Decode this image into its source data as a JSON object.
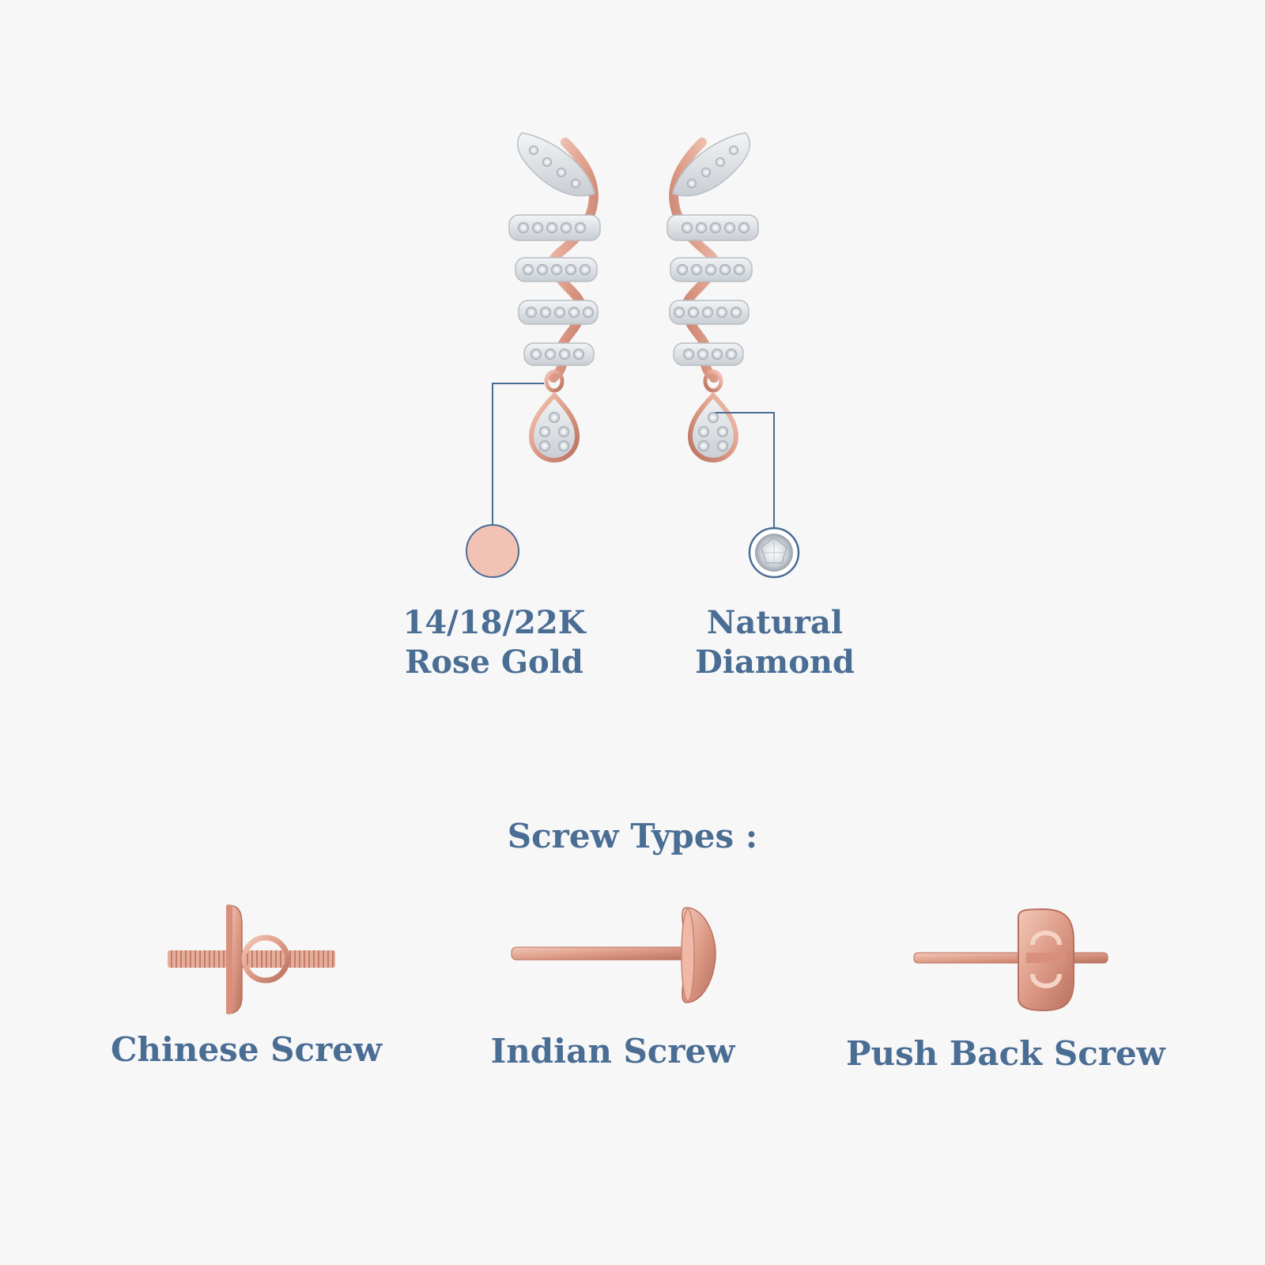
{
  "materials": {
    "metal": {
      "line1": "14/18/22K",
      "line2": "Rose Gold",
      "swatch_color": "#f2c3b4"
    },
    "stone": {
      "line1": "Natural",
      "line2": "Diamond"
    }
  },
  "screws": {
    "heading": "Screw Types :",
    "items": [
      {
        "label": "Chinese Screw",
        "icon": "chinese-screw-icon"
      },
      {
        "label": "Indian Screw",
        "icon": "indian-screw-icon"
      },
      {
        "label": "Push Back Screw",
        "icon": "push-back-screw-icon"
      }
    ]
  },
  "colors": {
    "text": "#4a6d94",
    "leader_line": "#4a6d94",
    "rose_gold": "#e3a08d",
    "diamond": "#e8ecef",
    "background": "#f7f7f7"
  }
}
